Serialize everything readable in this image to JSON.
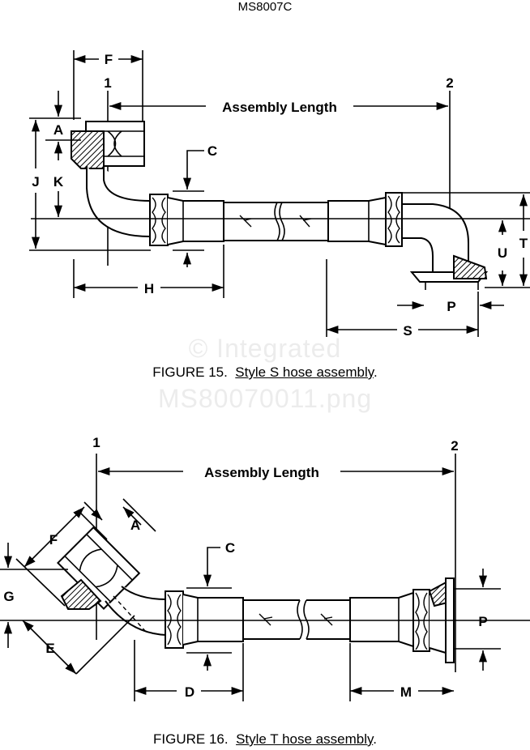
{
  "document": {
    "number": "MS8007C"
  },
  "watermark": {
    "line1": "© Integrated",
    "line2": "MS80070011.png"
  },
  "figure15": {
    "caption_prefix": "FIGURE 15.",
    "caption_title": "Style S hose assembly",
    "assembly_length": "Assembly Length",
    "labels": {
      "end1": "1",
      "end2": "2",
      "F": "F",
      "A": "A",
      "J": "J",
      "K": "K",
      "C": "C",
      "H": "H",
      "T": "T",
      "U": "U",
      "P": "P",
      "S": "S"
    }
  },
  "figure16": {
    "caption_prefix": "FIGURE 16.",
    "caption_title": "Style T hose assembly",
    "assembly_length": "Assembly Length",
    "labels": {
      "end1": "1",
      "end2": "2",
      "A": "A",
      "F": "F",
      "C": "C",
      "G": "G",
      "E": "E",
      "D": "D",
      "M": "M",
      "P": "P"
    }
  }
}
